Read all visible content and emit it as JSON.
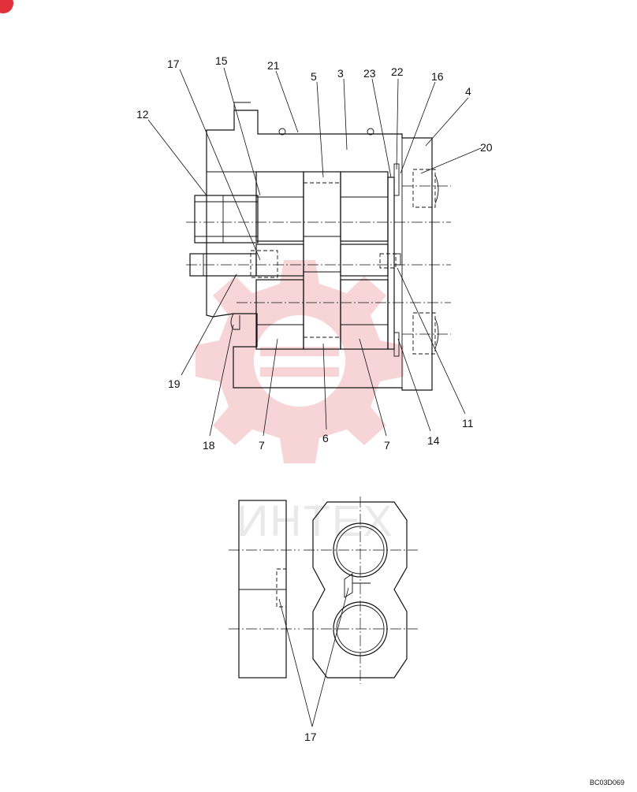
{
  "callouts": {
    "c17a": "17",
    "c15": "15",
    "c21": "21",
    "c5": "5",
    "c3": "3",
    "c23": "23",
    "c22": "22",
    "c16": "16",
    "c4": "4",
    "c12": "12",
    "c20": "20",
    "c19": "19",
    "c18": "18",
    "c7a": "7",
    "c6": "6",
    "c7b": "7",
    "c14": "14",
    "c11": "11",
    "c17b": "17"
  },
  "drawing_ref": "BC03D069",
  "watermark_text": "ИНТЕХ",
  "colors": {
    "ink": "#111111",
    "watermark": "#f5c9cc",
    "badge": "#e0303a"
  }
}
